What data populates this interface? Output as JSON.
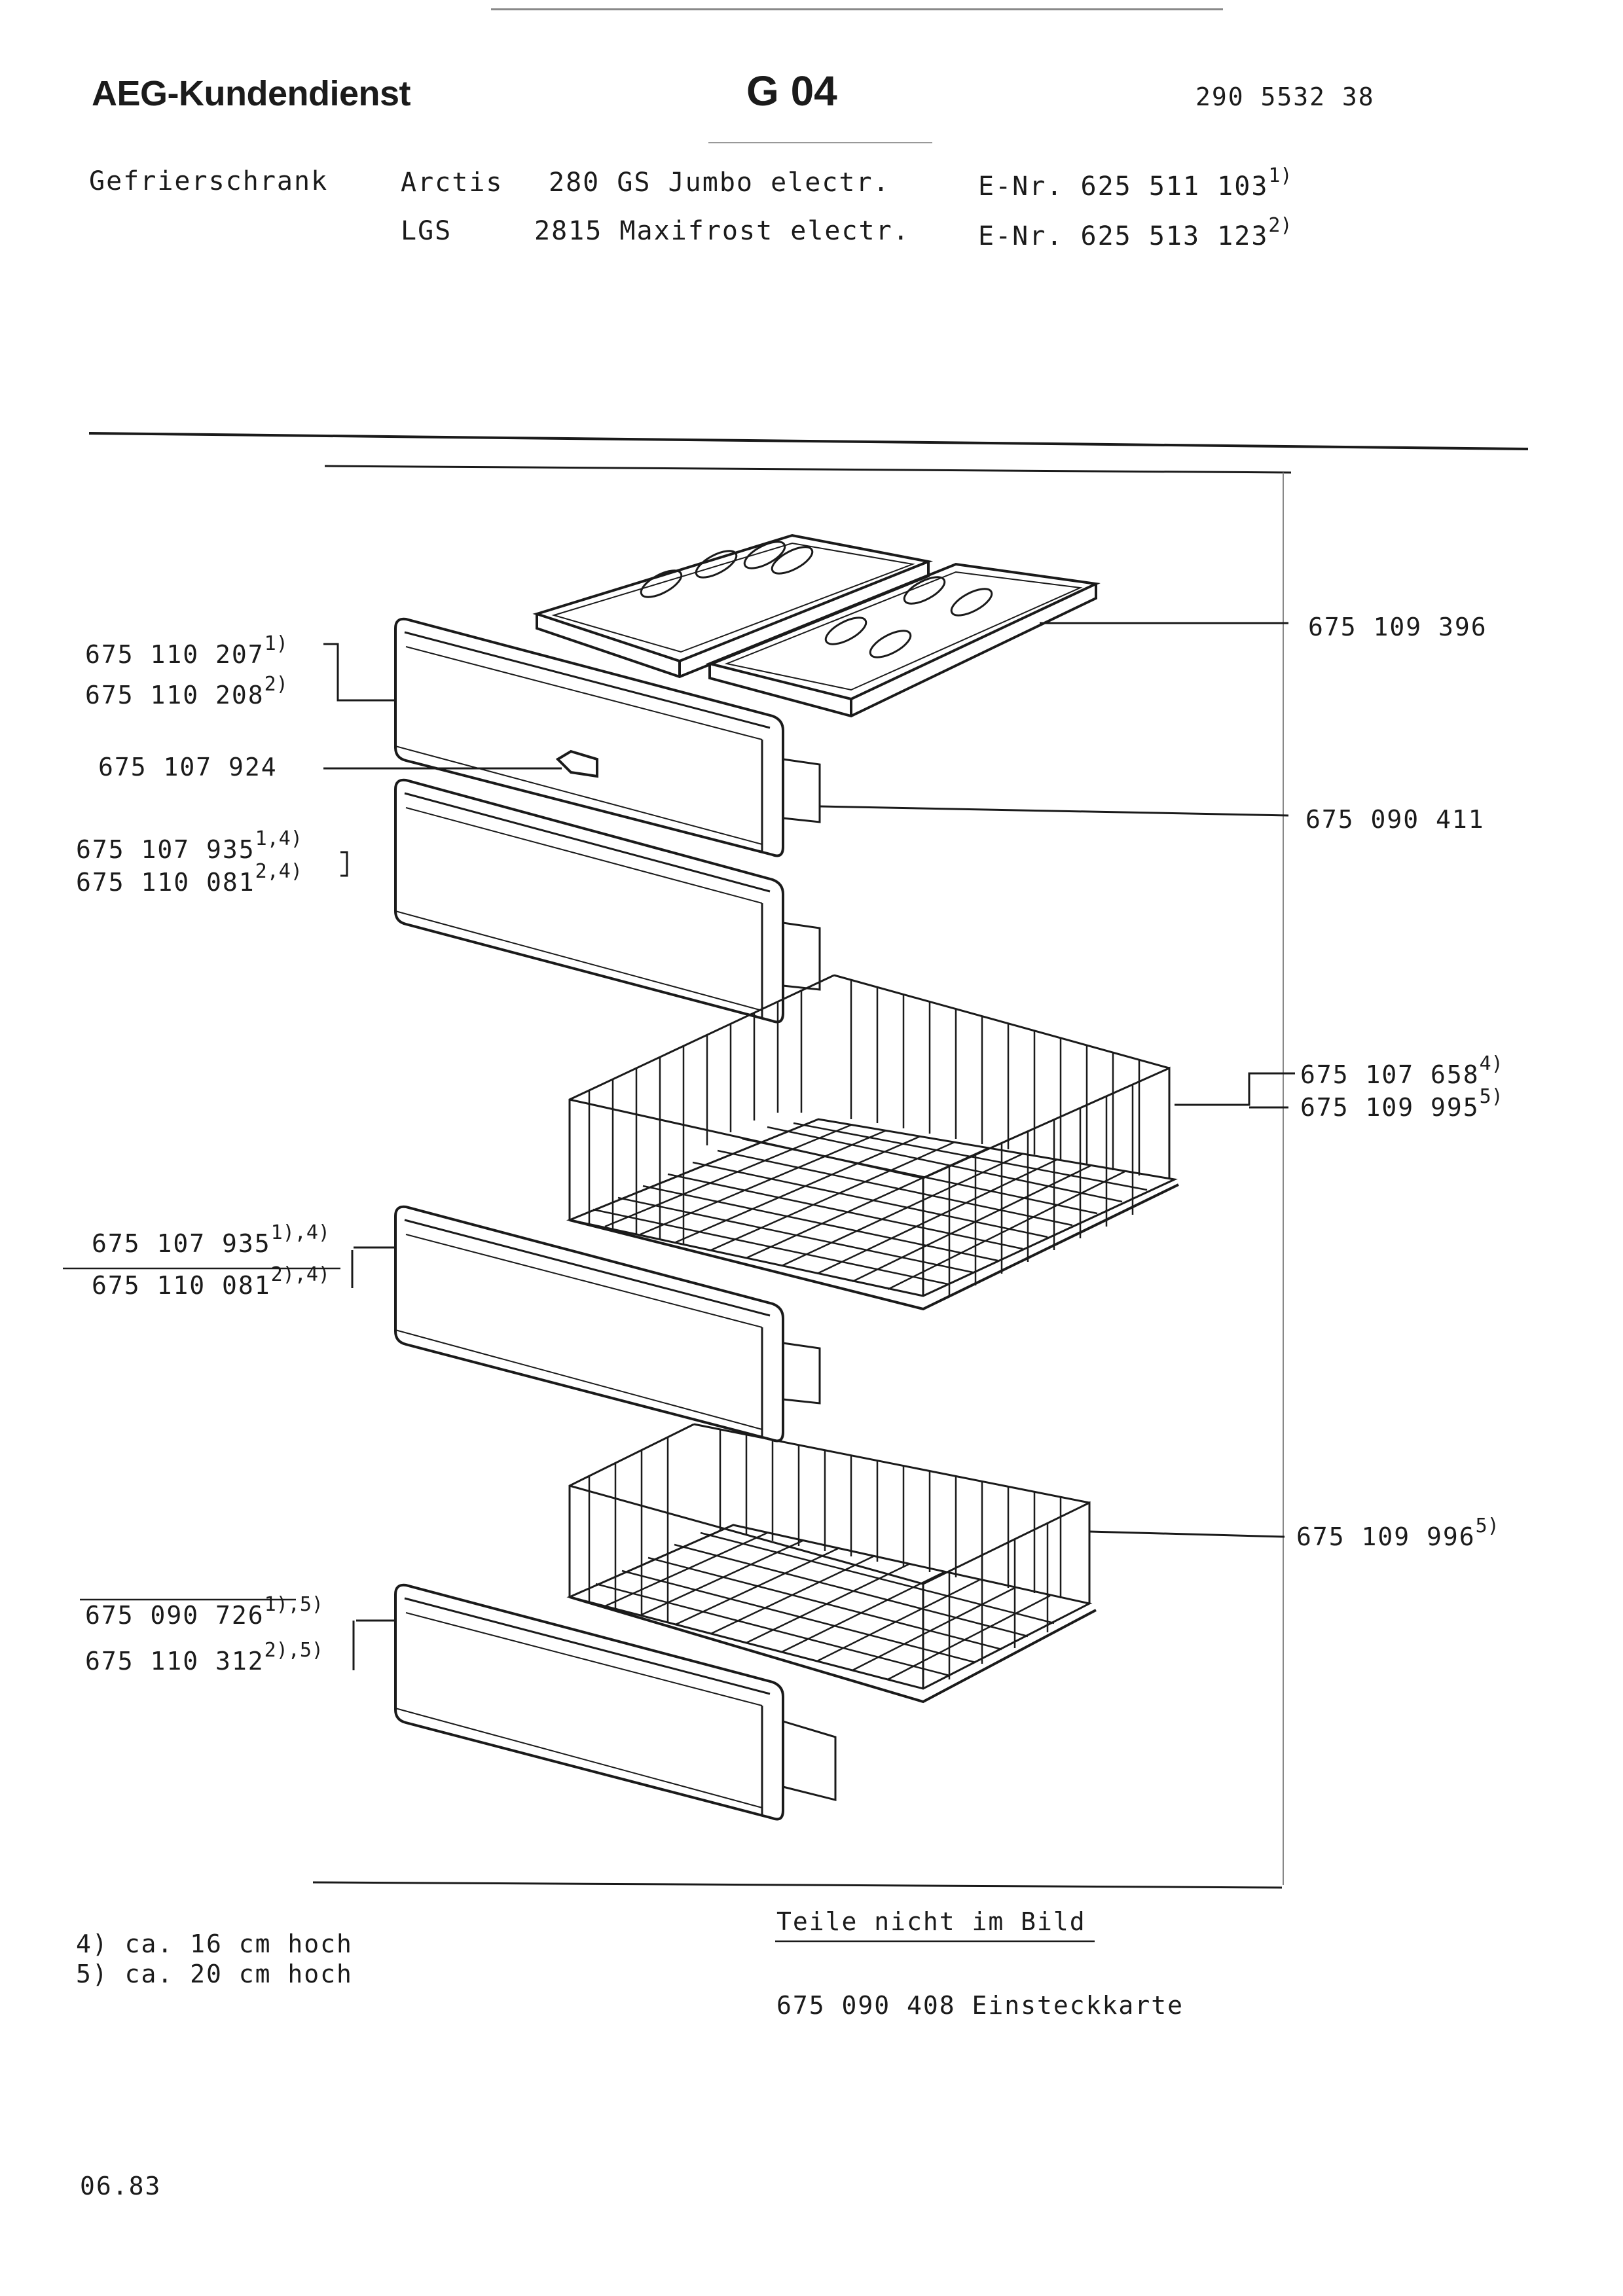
{
  "header": {
    "brand": "AEG-Kundendienst",
    "section": "G 04",
    "doc_number": "290 5532 38"
  },
  "models": [
    {
      "type": "Gefrierschrank",
      "brand": "Arctis",
      "model": "280 GS Jumbo electr.",
      "enr": "E-Nr. 625 511 103",
      "note": "1)"
    },
    {
      "type": "",
      "brand": "LGS",
      "model": "2815 Maxifrost electr.",
      "enr": "E-Nr. 625 513 123",
      "note": "2)"
    }
  ],
  "parts_left": [
    {
      "number": "675 110 207",
      "note": "1)"
    },
    {
      "number": "675 110 208",
      "note": "2)"
    },
    {
      "number": "675 107 924",
      "note": ""
    },
    {
      "number": "675 107 935",
      "note": "1,4)"
    },
    {
      "number": "675 110 081",
      "note": "2,4)"
    },
    {
      "number": "675 107 935",
      "note": "1),4)"
    },
    {
      "number": "675 110 081",
      "note": "2),4)"
    },
    {
      "number": "675 090 726",
      "note": "1),5)"
    },
    {
      "number": "675 110 312",
      "note": "2),5)"
    }
  ],
  "parts_right": [
    {
      "number": "675 109 396",
      "note": ""
    },
    {
      "number": "675 090 411",
      "note": ""
    },
    {
      "number": "675 107 658",
      "note": "4)"
    },
    {
      "number": "675 109 995",
      "note": "5)"
    },
    {
      "number": "675 109 996",
      "note": "5)"
    }
  ],
  "footnotes": [
    "4) ca. 16 cm hoch",
    "5) ca. 20 cm hoch"
  ],
  "not_pictured": {
    "heading": "Teile nicht im Bild",
    "items": [
      "675 090 408 Einsteckkarte"
    ]
  },
  "date": "06.83"
}
